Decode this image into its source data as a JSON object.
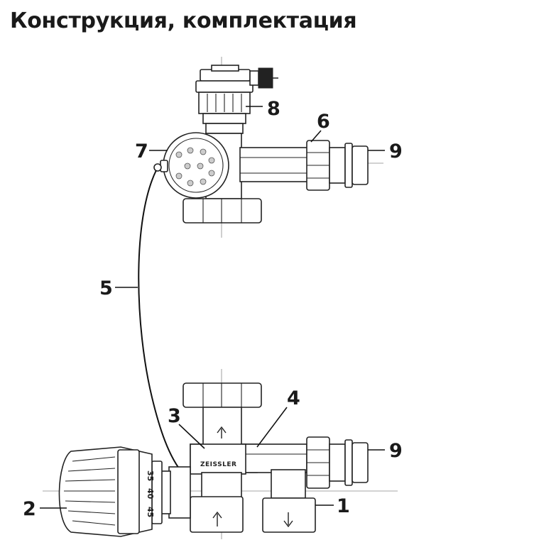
{
  "title": "Конструкция, комплектация",
  "brand": "ZEISSLER",
  "scale_marks": [
    "35",
    "40",
    "45"
  ],
  "callouts": {
    "c1": "1",
    "c2": "2",
    "c3": "3",
    "c4": "4",
    "c5": "5",
    "c6": "6",
    "c7": "7",
    "c8": "8",
    "c9_top": "9",
    "c9_bottom": "9"
  }
}
